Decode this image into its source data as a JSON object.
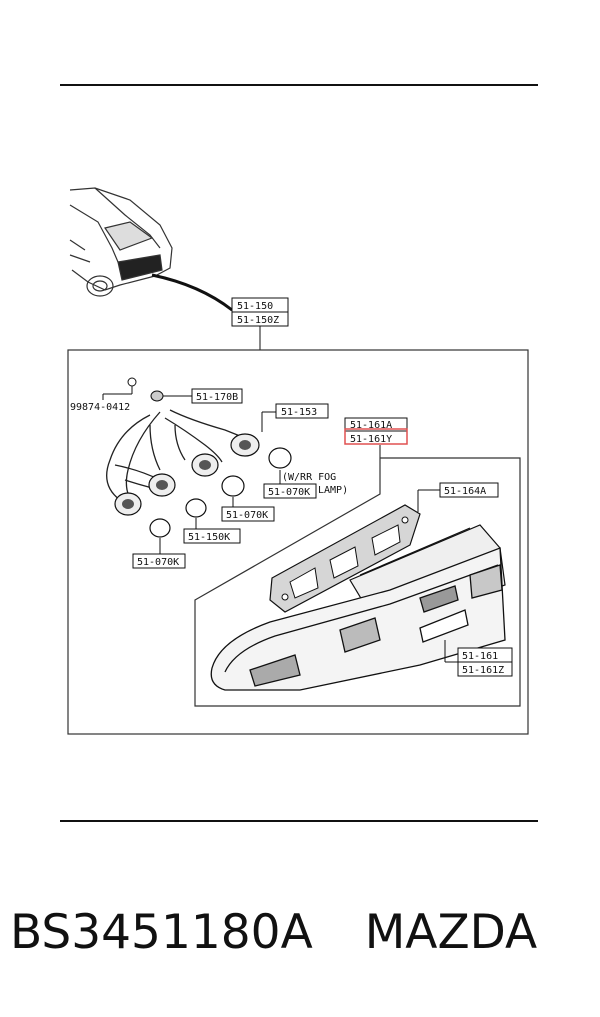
{
  "diagram": {
    "part_labels": {
      "assembly_1": "51-150",
      "assembly_2": "51-150Z",
      "screw": "99874-0412",
      "clip": "51-170B",
      "socket": "51-153",
      "gasket_1": "51-161A",
      "gasket_2": "51-161Y",
      "bulb_a": "51-070K",
      "bulb_b": "51-070K",
      "bulb_c": "51-150K",
      "bulb_d": "51-070K",
      "housing": "51-164A",
      "lens_1": "51-161",
      "lens_2": "51-161Z"
    },
    "note_line1": "(W/RR FOG",
    "note_line2": "LAMP)"
  },
  "caption": {
    "part_number": "BS3451180A",
    "brand": "MAZDA"
  }
}
